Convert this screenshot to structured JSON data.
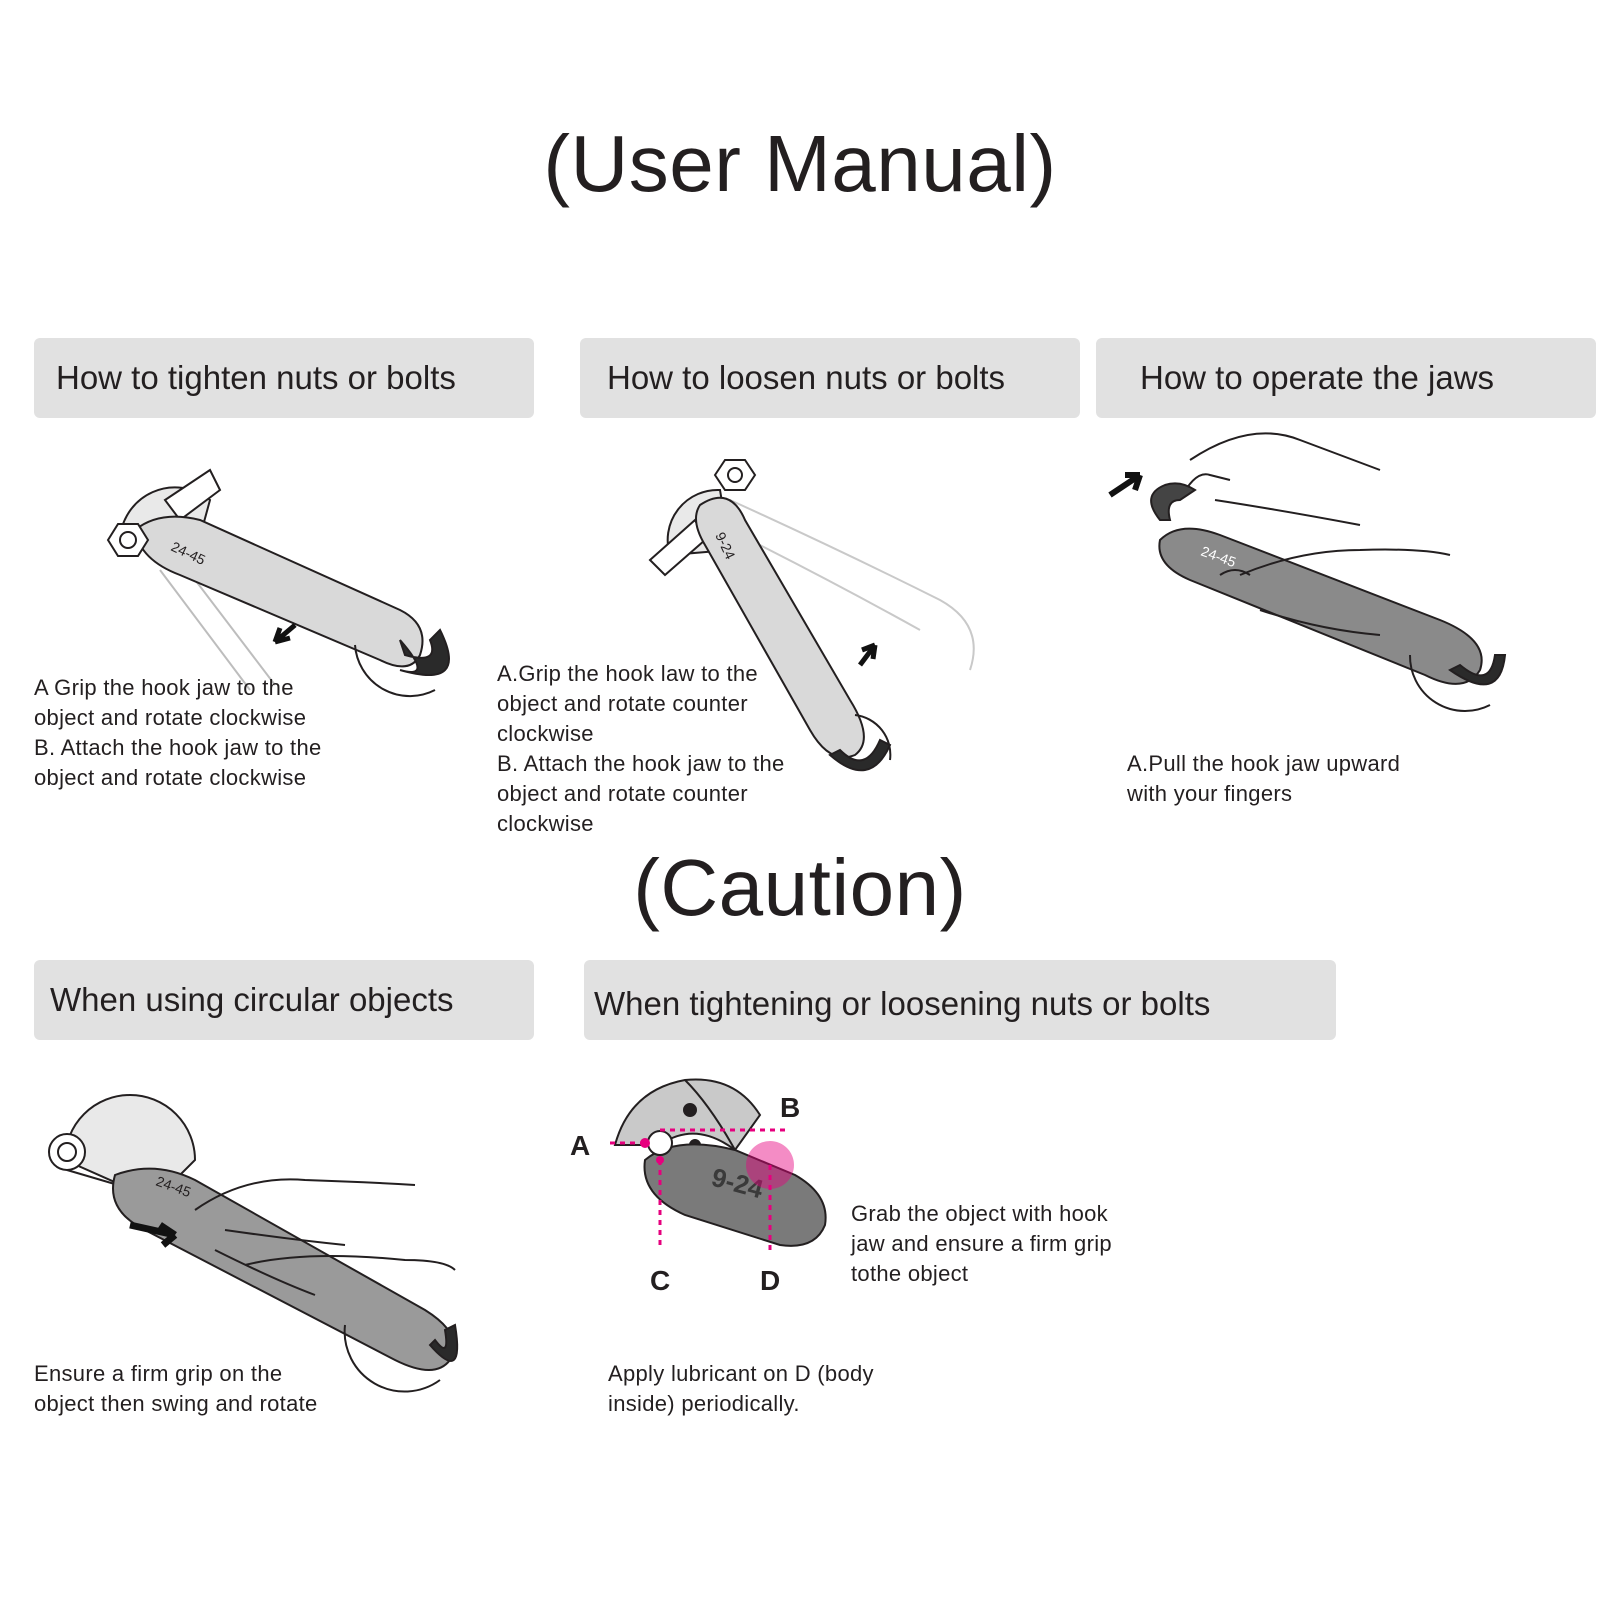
{
  "manual": {
    "title": "(User Manual)",
    "sections": [
      {
        "label": "How to tighten nuts or bolts",
        "caption": "A Grip the hook jaw to the\nobject and rotate clockwise\nB. Attach the hook jaw to the\nobject and rotate clockwise",
        "handle_text": "24-45"
      },
      {
        "label": "How to loosen nuts or bolts",
        "caption": "A.Grip the hook law to the\nobject and rotate counter\nclockwise\nB. Attach the hook jaw to the\nobject and rotate counter\nclockwise",
        "handle_text": "9-24"
      },
      {
        "label": "How to operate the jaws",
        "caption": "A.Pull the hook jaw upward\nwith your fingers",
        "handle_text": "24-45"
      }
    ]
  },
  "caution": {
    "title": "(Caution)",
    "sections": [
      {
        "label": "When using circular objects",
        "caption": "Ensure a firm grip on the\nobject then swing and rotate",
        "handle_text": "24-45"
      },
      {
        "label": "When tightening or loosening nuts or bolts",
        "side_caption": "Grab the object with hook\njaw and ensure a firm grip\ntothe object",
        "caption": "Apply lubricant on D (body\ninside) periodically.",
        "handle_text": "9-24",
        "points": [
          "A",
          "B",
          "C",
          "D"
        ]
      }
    ]
  },
  "colors": {
    "label_bg": "#e1e1e1",
    "text": "#231f20",
    "highlight": "#e6007e"
  },
  "icons": [
    "arrow-icon",
    "wrench-illustration",
    "hand-illustration"
  ]
}
